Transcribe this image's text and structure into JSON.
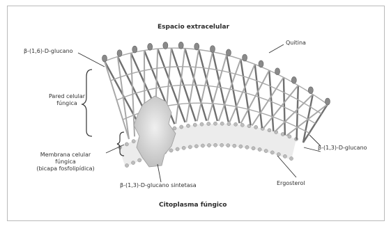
{
  "labels": {
    "extracellular": "Espacio extracelular",
    "cytoplasm": "Citoplasma fúngico",
    "beta16": "β-(1,6)-D-glucano",
    "chitin": "Quitina",
    "cell_wall_line1": "Pared celular",
    "cell_wall_line2": "fúngica",
    "membrane_line1": "Membrana celular",
    "membrane_line2": "fúngica",
    "membrane_line3": "(bicapa fosfolipídica)",
    "beta13": "β-(1,3)-D-glucano",
    "synthase": "β-(1,3)-D-glucano sintetasa",
    "ergosterol": "Ergosterol"
  },
  "colors": {
    "fiber_dark": "#6f6f6f",
    "fiber_light": "#a8a8a8",
    "lipid_head": "#bdbdbd",
    "enzyme": "#d6d6d6",
    "text": "#303030",
    "border": "#b9b9b9"
  }
}
